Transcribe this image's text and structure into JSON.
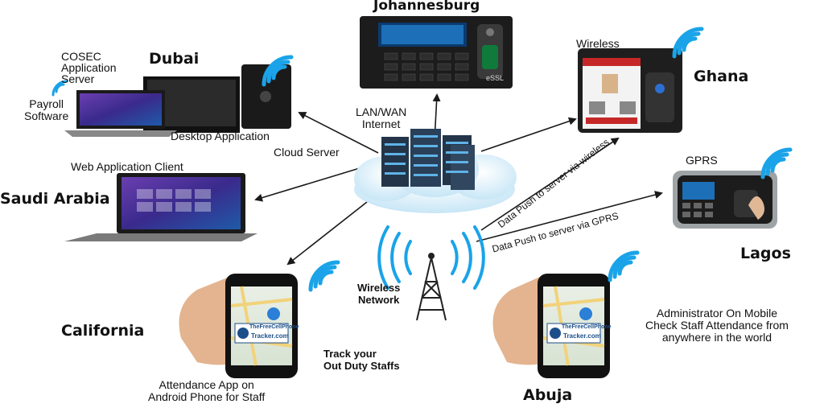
{
  "colors": {
    "wifi": "#1aa3e8",
    "cloud": "#cfe9f7",
    "server": "#2a3f58",
    "arrow": "#1a1a1a",
    "phone": "#111111"
  },
  "cities": {
    "johannesburg": "Johannesburg",
    "dubai": "Dubai",
    "ghana": "Ghana",
    "saudi": "Saudi Arabia",
    "lagos": "Lagos",
    "california": "California",
    "abuja": "Abuja"
  },
  "labels": {
    "cosec_line1": "COSEC",
    "cosec_line2": "Application",
    "cosec_line3": "Server",
    "payroll_line1": "Payroll",
    "payroll_line2": "Software",
    "desktop_app": "Desktop Application",
    "web_client": "Web Application Client",
    "lan_line1": "LAN/WAN",
    "lan_line2": "Internet",
    "cloud_server": "Cloud Server",
    "wireless": "Wireless",
    "gprs": "GPRS",
    "push_wireless": "Data Push to server via wireless",
    "push_gprs": "Data Push to server via GPRS",
    "wireless_net_line1": "Wireless",
    "wireless_net_line2": "Network",
    "track_line1": "Track your",
    "track_line2": "Out Duty Staffs",
    "attendance_line1": "Attendance App on",
    "attendance_line2": "Android Phone for Staff",
    "admin_line1": "Administrator On Mobile",
    "admin_line2": "Check Staff Attendance from",
    "admin_line3": "anywhere in the world"
  },
  "device_text": {
    "essl": "eSSL",
    "app_line1": "TheFreeCellPhone",
    "app_line2": "Tracker.com"
  }
}
